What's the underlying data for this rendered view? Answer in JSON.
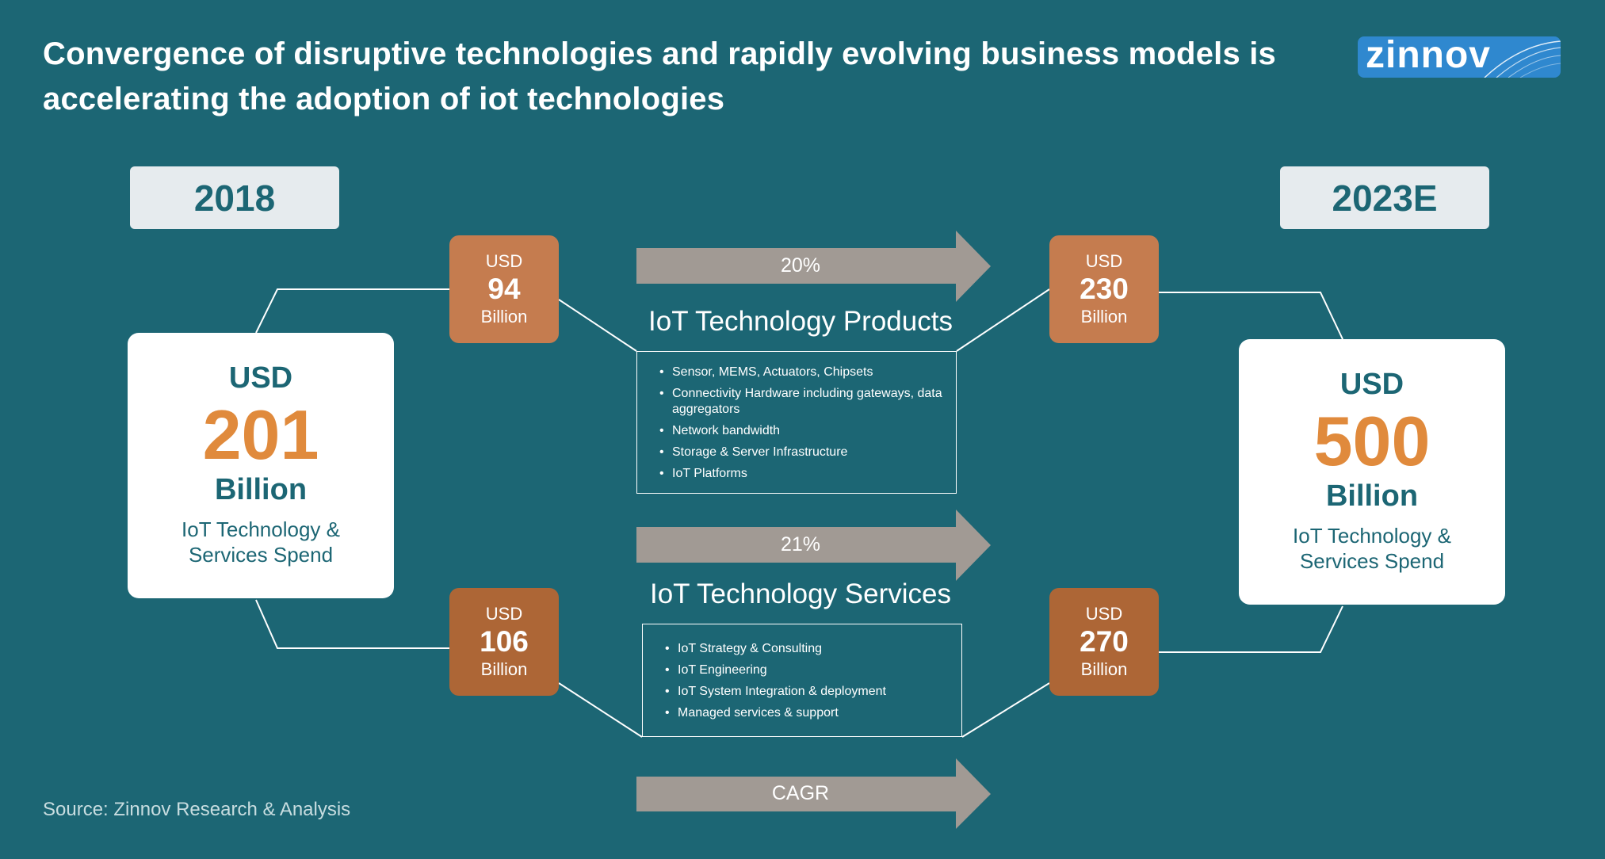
{
  "title": "Convergence of disruptive technologies and rapidly evolving business models is accelerating the adoption of iot technologies",
  "logo": "zinnov",
  "year_left": "2018",
  "year_right": "2023E",
  "total_left": {
    "currency": "USD",
    "value": "201",
    "unit": "Billion",
    "desc": "IoT Technology & Services Spend"
  },
  "total_right": {
    "currency": "USD",
    "value": "500",
    "unit": "Billion",
    "desc": "IoT Technology & Services Spend"
  },
  "products": {
    "title": "IoT Technology Products",
    "cagr": "20%",
    "left": {
      "currency": "USD",
      "value": "94",
      "unit": "Billion"
    },
    "right": {
      "currency": "USD",
      "value": "230",
      "unit": "Billion"
    },
    "items": [
      "Sensor, MEMS, Actuators, Chipsets",
      "Connectivity Hardware including gateways, data aggregators",
      "Network bandwidth",
      "Storage & Server Infrastructure",
      "IoT Platforms"
    ]
  },
  "services": {
    "title": "IoT Technology Services",
    "cagr": "21%",
    "left": {
      "currency": "USD",
      "value": "106",
      "unit": "Billion"
    },
    "right": {
      "currency": "USD",
      "value": "270",
      "unit": "Billion"
    },
    "items": [
      "IoT Strategy & Consulting",
      "IoT Engineering",
      "IoT System Integration & deployment",
      "Managed services & support"
    ]
  },
  "legend_arrow": "CAGR",
  "source": "Source: Zinnov Research & Analysis",
  "colors": {
    "background": "#1c6674",
    "accent": "#e08a3c",
    "products_box": "#c57c4f",
    "services_box": "#ad6636",
    "arrow": "#a19a94"
  }
}
